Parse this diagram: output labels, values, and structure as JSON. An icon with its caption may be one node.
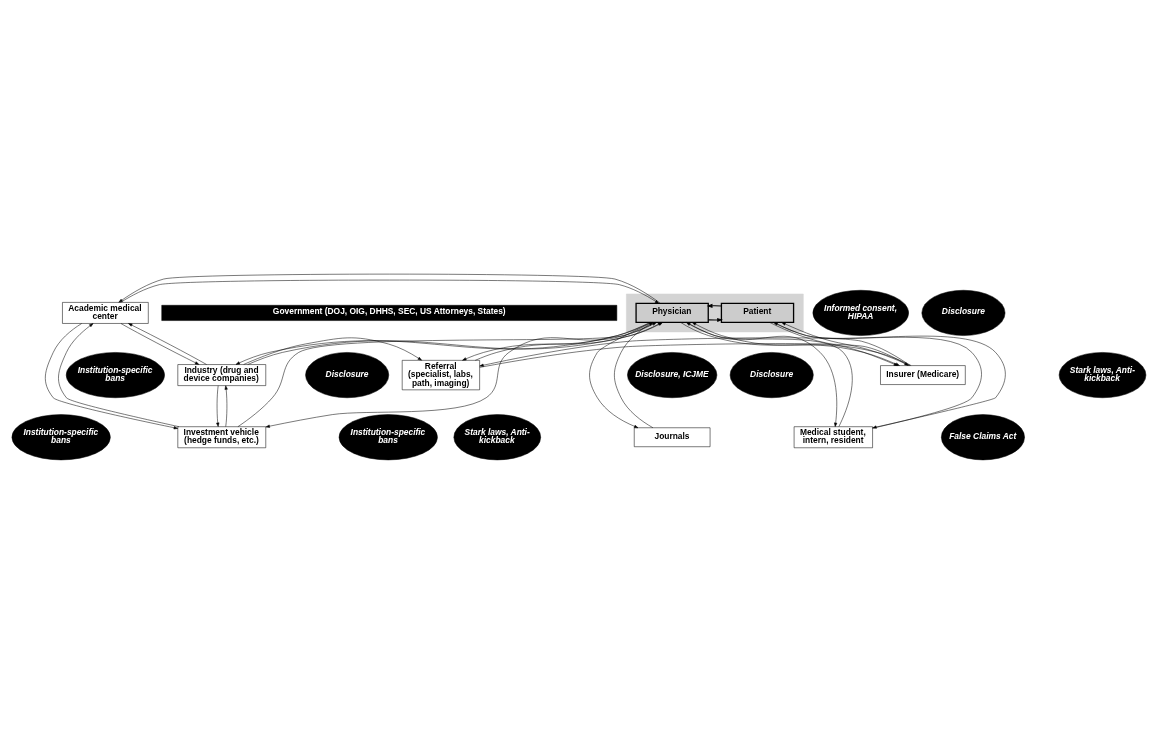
{
  "diagram": {
    "nodes": [
      {
        "text": [
          "Government (DOJ, OIG, DHHS, SEC, US Attorneys, States)"
        ]
      },
      {
        "text": [
          "Insurer (Medicare)"
        ]
      },
      {
        "text": [
          "Stark laws, Anti-kickback"
        ]
      },
      {
        "text": [
          "Referral (specialist, labs, path, imaging)"
        ]
      },
      {
        "text": [
          "Industry (drug and device companies)"
        ]
      },
      {
        "text": [
          "False Claims Act"
        ]
      },
      {
        "text": [
          "Stark laws, Anti-kickback"
        ]
      },
      {
        "text": [
          "Institution-specific bans"
        ]
      },
      {
        "text": [
          "Institution-specific bans"
        ]
      },
      {
        "text": [],
        "shape": "band"
      },
      {
        "text": [
          "Patient"
        ],
        "in": 9
      },
      {
        "text": [
          "Informed consent, HIPAA"
        ]
      },
      {
        "text": [
          "Physician"
        ],
        "in": 9
      },
      {
        "text": [
          "Disclosure"
        ]
      },
      {
        "text": [
          "Academic medical center"
        ]
      },
      {
        "text": [
          "Disclosure"
        ]
      },
      {
        "text": [
          "Disclosure, ICJME"
        ]
      },
      {
        "text": [
          "Disclosure"
        ]
      },
      {
        "text": [
          "Institution-specific bans"
        ]
      },
      {
        "text": [
          "Medical student, intern, resident"
        ]
      },
      {
        "text": [
          "Journals"
        ]
      },
      {
        "text": [
          "Investment vehicle (hedge funds, etc.)"
        ]
      }
    ],
    "edges": [
      {
        "from": 3,
        "to": 1,
        "arrow": "to"
      },
      {
        "from": 1,
        "to": 3,
        "arrow": "to"
      },
      {
        "from": 4,
        "to": 3,
        "arrow": "to"
      },
      {
        "from": 1,
        "to": 10,
        "arrow": "to"
      },
      {
        "from": 10,
        "to": 1,
        "arrow": "to"
      },
      {
        "from": 12,
        "to": 1,
        "arrow": "to"
      },
      {
        "from": 1,
        "to": 12,
        "arrow": "to"
      },
      {
        "from": 3,
        "to": 12,
        "arrow": "to"
      },
      {
        "from": 12,
        "to": 3,
        "arrow": "to"
      },
      {
        "from": 12,
        "to": 4,
        "arrow": "to"
      },
      {
        "from": 4,
        "to": 12,
        "arrow": "to"
      },
      {
        "from": 4,
        "to": 14,
        "arrow": "to"
      },
      {
        "from": 14,
        "to": 4,
        "arrow": "to"
      },
      {
        "from": 4,
        "to": 21,
        "arrow": "to"
      },
      {
        "from": 21,
        "to": 4,
        "arrow": "to"
      },
      {
        "from": 12,
        "to": 10,
        "arrow": "to"
      },
      {
        "from": 10,
        "to": 12,
        "arrow": "to"
      },
      {
        "from": 14,
        "to": 12,
        "arrow": "to"
      },
      {
        "from": 12,
        "to": 14,
        "arrow": "to"
      },
      {
        "from": 10,
        "to": 19,
        "arrow": "to"
      },
      {
        "from": 19,
        "to": 10,
        "arrow": "to"
      },
      {
        "from": 19,
        "to": 12,
        "arrow": "to"
      },
      {
        "from": 12,
        "to": 19,
        "arrow": "to"
      },
      {
        "from": 12,
        "to": 20,
        "arrow": "to"
      },
      {
        "from": 20,
        "to": 12,
        "arrow": "to"
      },
      {
        "from": 21,
        "to": 12,
        "arrow": "to"
      },
      {
        "from": 12,
        "to": 21,
        "arrow": "to"
      },
      {
        "from": 14,
        "to": 21,
        "arrow": "to"
      },
      {
        "from": 21,
        "to": 14,
        "arrow": "to"
      }
    ]
  }
}
